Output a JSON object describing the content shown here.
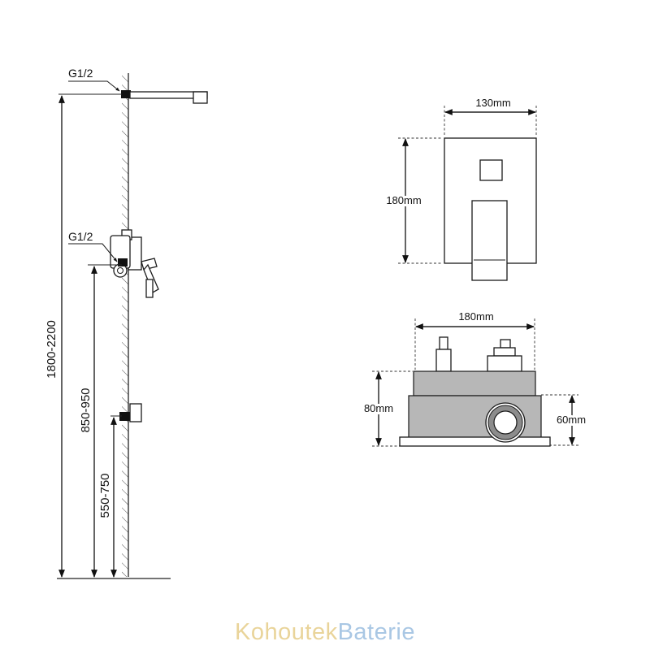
{
  "side_view": {
    "g12_top": "G1/2",
    "g12_mid": "G1/2",
    "dim_total": "1800-2200",
    "dim_mixer": "850-950",
    "dim_outlet": "550-750"
  },
  "cover_plate": {
    "width_label": "130mm",
    "height_label": "180mm"
  },
  "box": {
    "width_label": "180mm",
    "height_label": "80mm",
    "depth_label": "60mm"
  },
  "brand": {
    "part1": "Kohoutek",
    "part2": "Baterie",
    "color1": "#e9d49a",
    "color2": "#a9c7e4"
  }
}
